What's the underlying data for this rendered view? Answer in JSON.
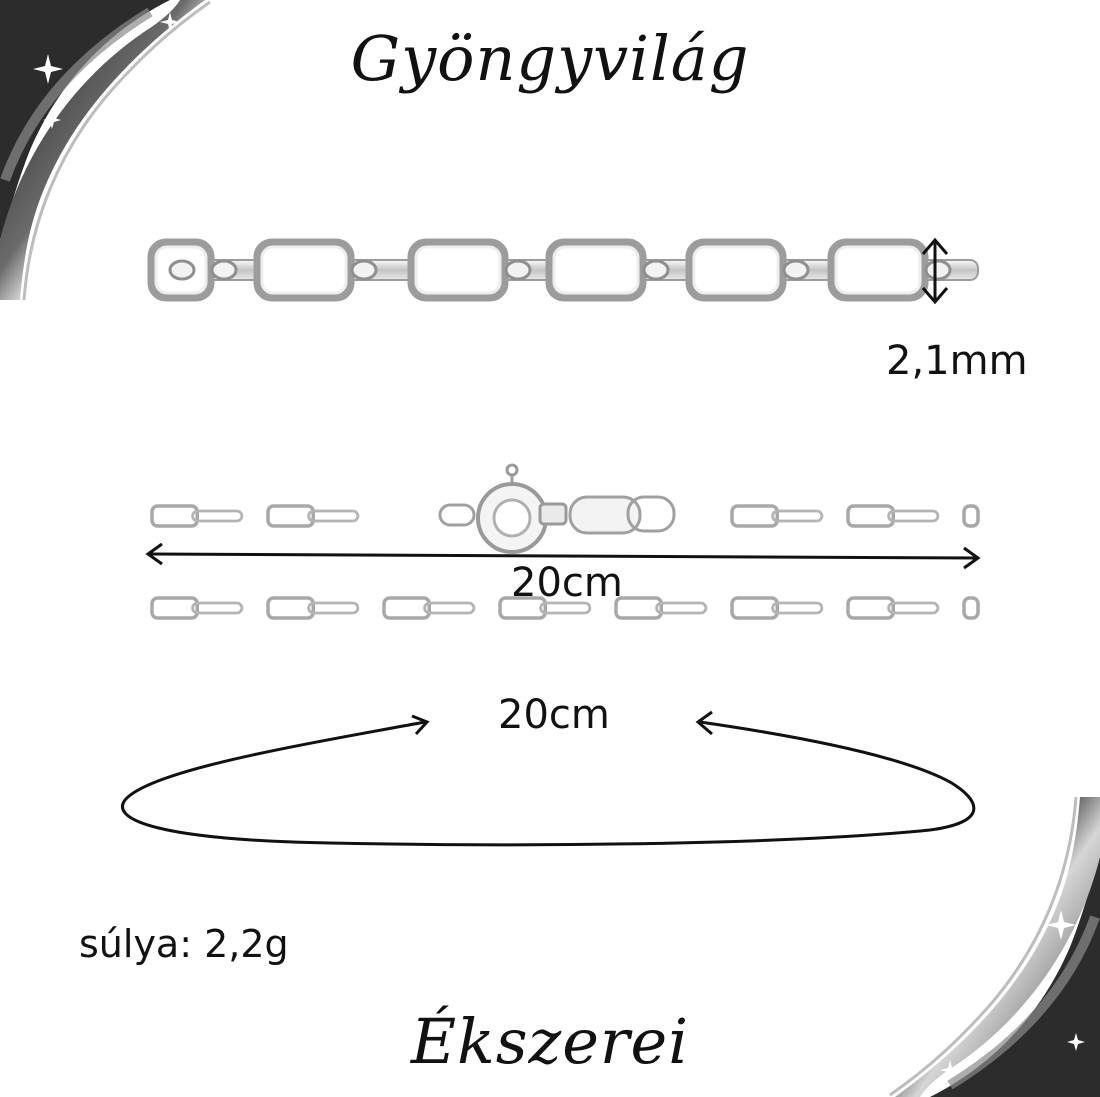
{
  "brand": {
    "top": "Gyöngyvilág",
    "bottom": "Ékszerei"
  },
  "labels": {
    "thickness": "2,1mm",
    "length_straight": "20cm",
    "length_loop": "20cm",
    "weight": "súlya: 2,2g"
  },
  "colors": {
    "frame_dark": "#3a3a3a",
    "frame_silver": "#c8c8c8",
    "chain_silver": "#b8b8b8",
    "ink": "#111111",
    "background": "#ffffff"
  },
  "icons": {
    "frame": "silver-corner-frame-icon",
    "sparkle": "sparkle-icon",
    "clasp": "spring-ring-clasp-icon",
    "double_arrow": "double-arrow-icon"
  }
}
